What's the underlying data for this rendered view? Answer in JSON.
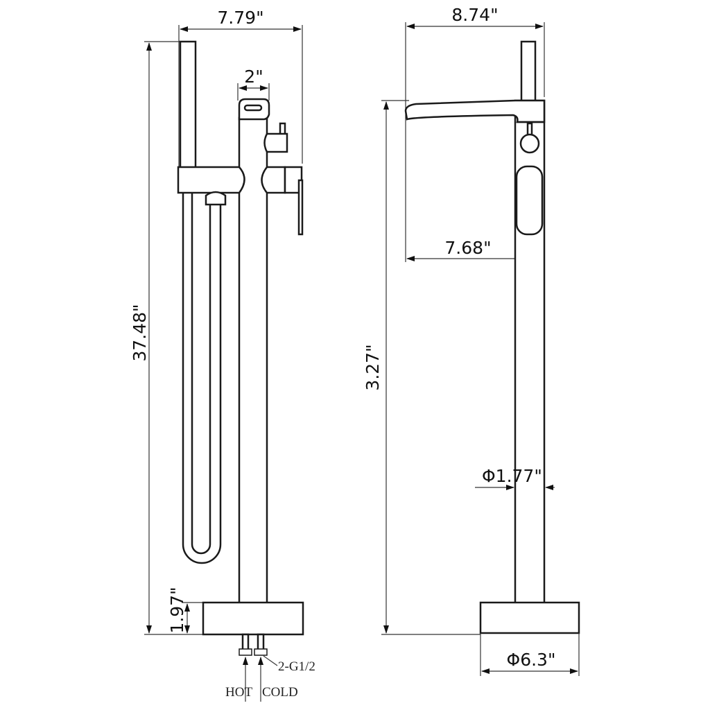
{
  "front_view": {
    "overall_width": "7.79\"",
    "spout_width": "2\"",
    "overall_height": "37.48\"",
    "base_height": "1.97\"",
    "connection_label": "2-G1/2",
    "hot_label": "HOT",
    "cold_label": "COLD"
  },
  "side_view": {
    "overall_depth": "8.74\"",
    "spout_reach": "7.68\"",
    "spout_height": "3.27\"",
    "column_diameter": "Φ1.77\"",
    "base_diameter": "Φ6.3\""
  }
}
